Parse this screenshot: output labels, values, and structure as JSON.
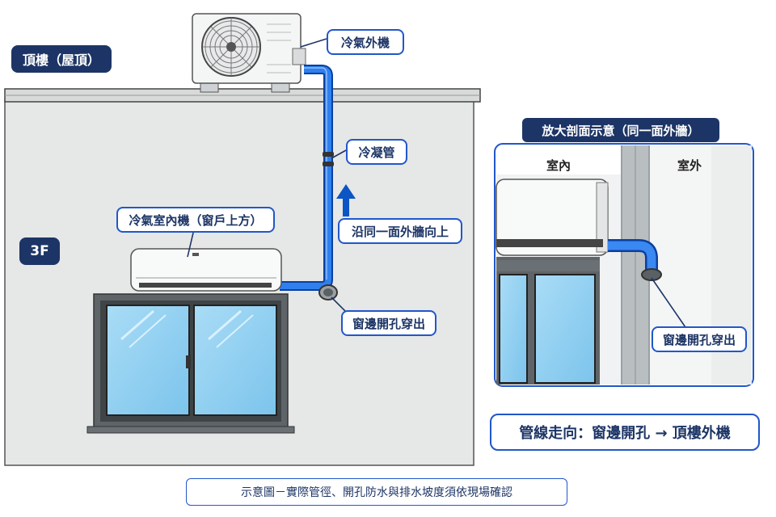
{
  "floors": {
    "roof": "頂樓（屋頂）",
    "third": "3F"
  },
  "callouts": {
    "outdoor_unit": "冷氣外機",
    "condensate_pipe": "冷凝管",
    "indoor_unit": "冷氣室內機（窗戶上方）",
    "route_up": "沿同一面外牆向上",
    "hole_exit": "窗邊開孔穿出"
  },
  "inset": {
    "title": "放大剖面示意（同一面外牆）",
    "indoor": "室內",
    "outdoor": "室外",
    "hole_exit": "窗邊開孔穿出"
  },
  "route_summary": "管線走向：窗邊開孔 → 頂樓外機",
  "footer_note": "示意圖－實際管徑、開孔防水與排水坡度須依現場確認",
  "colors": {
    "wall": "#e6e7e7",
    "badge": "#1d3566",
    "accent": "#2157c9",
    "pipe": "#1f6fe6",
    "glass": "#8fd0f2"
  },
  "icons": [
    "arrow-up-icon",
    "fan-icon"
  ]
}
